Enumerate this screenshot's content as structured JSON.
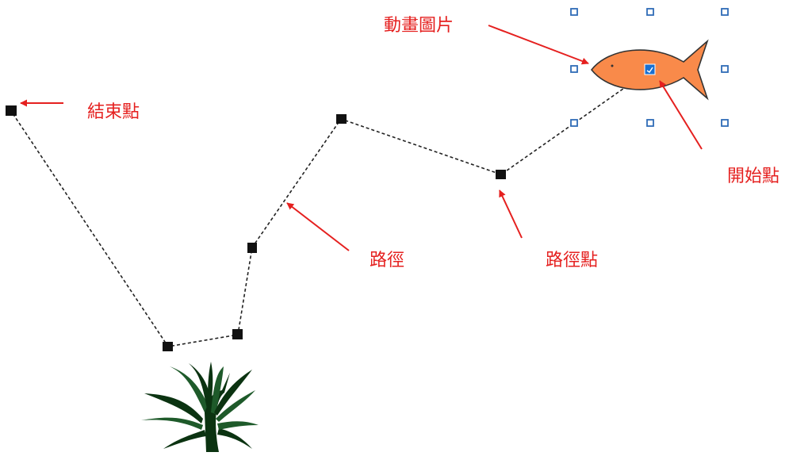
{
  "colors": {
    "annotation": "#e5201f",
    "path_line": "#222222",
    "path_point_fill": "#111111",
    "fish_fill": "#f98a4a",
    "fish_outline": "#333333",
    "selection_handle": "#2f6cb7",
    "plant_dark": "#0b3311",
    "plant_light": "#1e5a2a"
  },
  "icons": {
    "animated_image": "fish-icon",
    "decoration": "plant-icon"
  },
  "labels": {
    "animated_image": "動畫圖片",
    "end_point": "結束點",
    "start_point": "開始點",
    "path": "路徑",
    "path_point": "路徑點"
  }
}
